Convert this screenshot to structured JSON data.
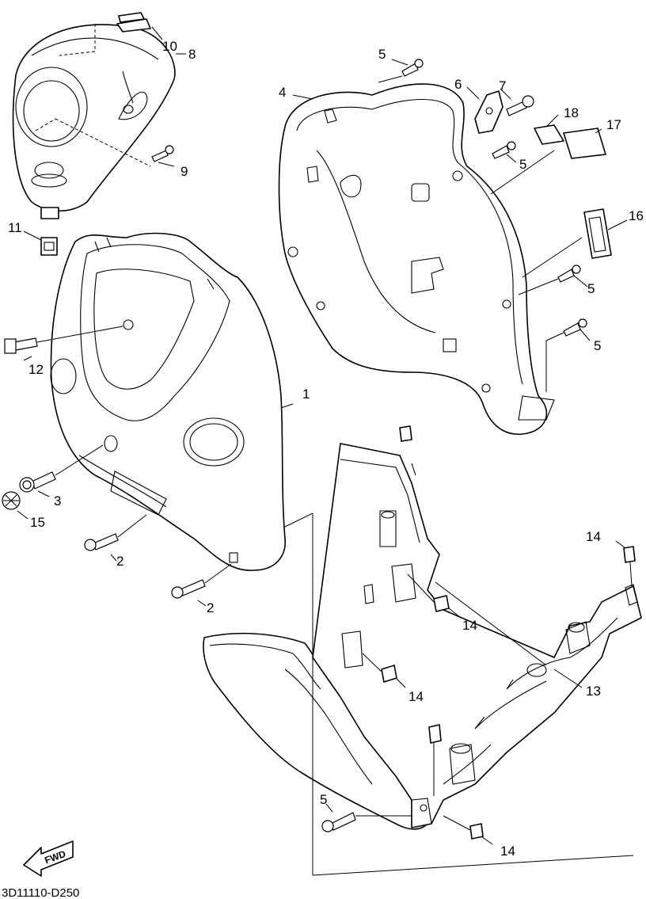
{
  "callouts": [
    {
      "id": "c10",
      "text": "10"
    },
    {
      "id": "c8",
      "text": "8"
    },
    {
      "id": "c9",
      "text": "9"
    },
    {
      "id": "c11",
      "text": "11"
    },
    {
      "id": "c5a",
      "text": "5"
    },
    {
      "id": "c4",
      "text": "4"
    },
    {
      "id": "c6",
      "text": "6"
    },
    {
      "id": "c7",
      "text": "7"
    },
    {
      "id": "c18",
      "text": "18"
    },
    {
      "id": "c17",
      "text": "17"
    },
    {
      "id": "c5b",
      "text": "5"
    },
    {
      "id": "c16",
      "text": "16"
    },
    {
      "id": "c5c",
      "text": "5"
    },
    {
      "id": "c5d",
      "text": "5"
    },
    {
      "id": "c12",
      "text": "12"
    },
    {
      "id": "c1",
      "text": "1"
    },
    {
      "id": "c3",
      "text": "3"
    },
    {
      "id": "c15",
      "text": "15"
    },
    {
      "id": "c2a",
      "text": "2"
    },
    {
      "id": "c2b",
      "text": "2"
    },
    {
      "id": "c14a",
      "text": "14"
    },
    {
      "id": "c14b",
      "text": "14"
    },
    {
      "id": "c14c",
      "text": "14"
    },
    {
      "id": "c13",
      "text": "13"
    },
    {
      "id": "c5e",
      "text": "5"
    },
    {
      "id": "c14d",
      "text": "14"
    }
  ],
  "fwd_label": "FWD",
  "reference": "3D11110-D250"
}
